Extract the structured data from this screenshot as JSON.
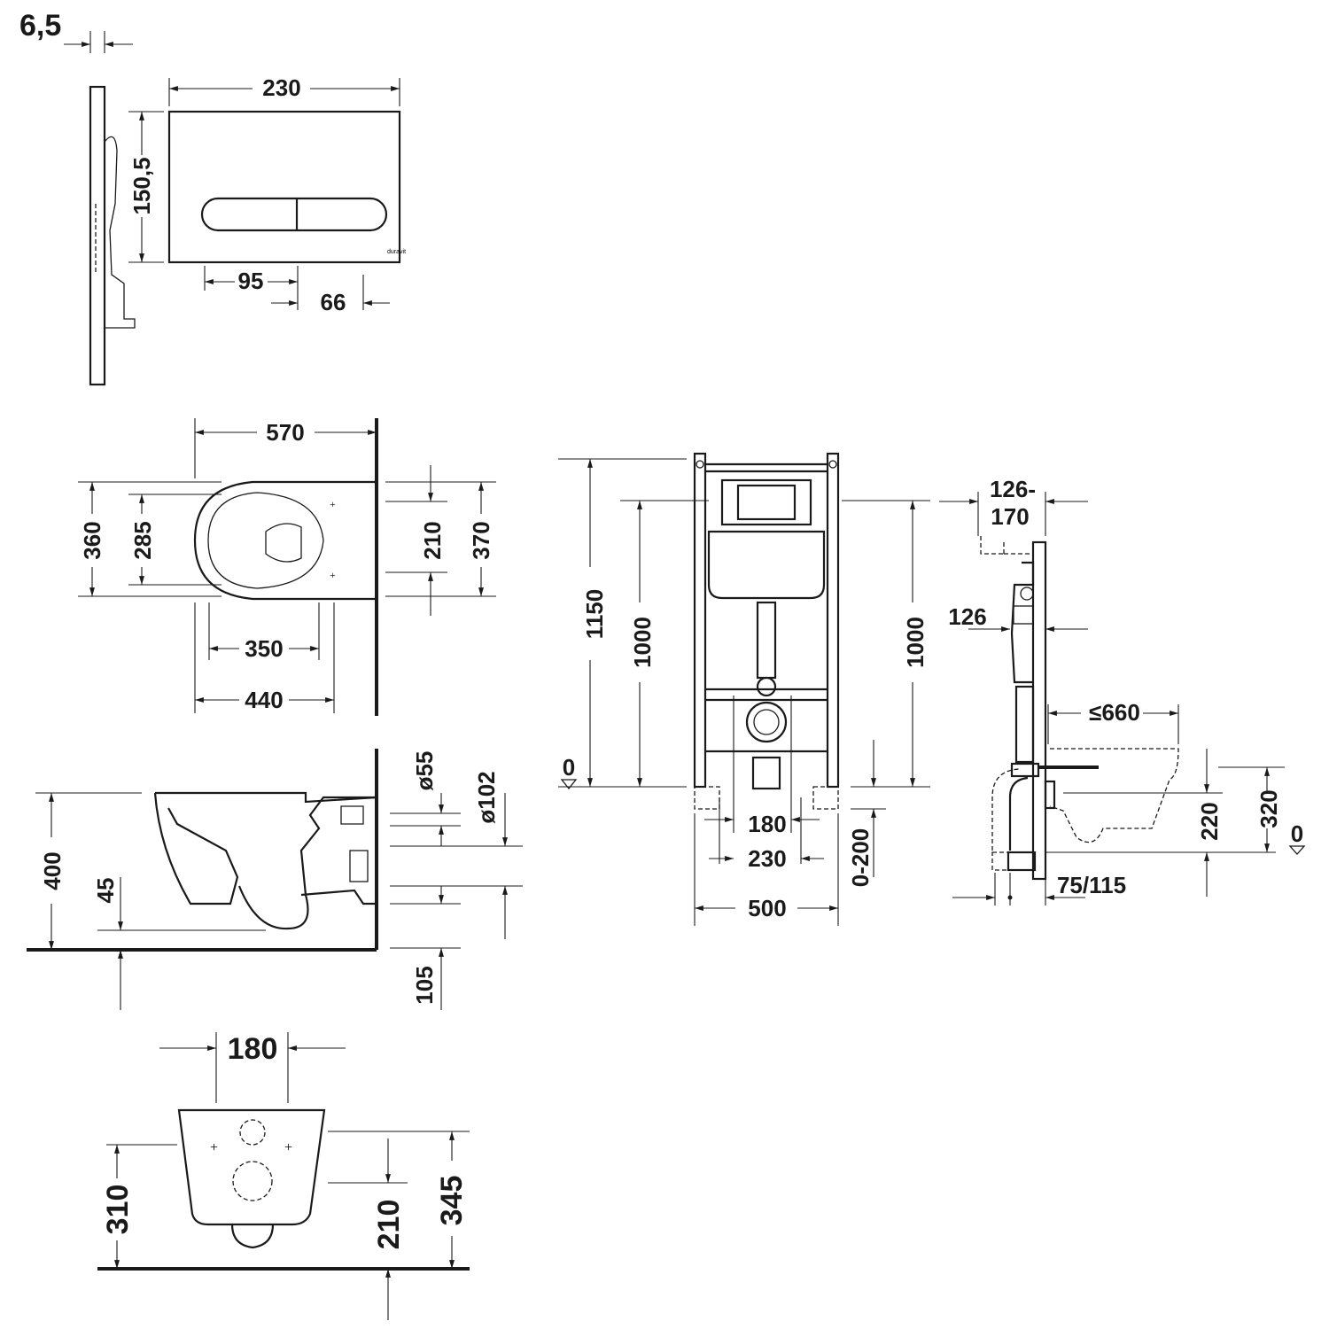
{
  "drawing": {
    "logo_text": "duravit",
    "flush_plate": {
      "thickness": "6,5",
      "width": "230",
      "height": "150,5",
      "button_width": "95",
      "button_offset": "66"
    },
    "toilet_top_view": {
      "length": "570",
      "width_outer": "360",
      "width_inner": "285",
      "fixing_spacing": "210",
      "overall_width": "370",
      "bowl_length": "350",
      "seat_length": "440"
    },
    "toilet_side_view": {
      "inlet_diameter": "ø55",
      "outlet_diameter": "ø102",
      "rim_height": "400",
      "bowl_depth": "45",
      "outlet_height": "105"
    },
    "toilet_rear_view": {
      "fixing_width": "180",
      "bolt_height": "310",
      "inlet_height": "210",
      "outlet_height": "345"
    },
    "frame_front_view": {
      "total_height": "1150",
      "cistern_height_left": "1000",
      "cistern_height_right": "1000",
      "floor_level": "0",
      "outlet_spacing": "180",
      "bolt_spacing": "230",
      "frame_width": "500",
      "foot_adjustment": "0-200"
    },
    "frame_side_view": {
      "depth_line1": "126-",
      "depth_line2": "170",
      "cistern_depth": "126",
      "max_projection": "≤660",
      "outlet_height": "220",
      "inlet_height": "320",
      "floor_level": "0",
      "pipe_offset": "75/115"
    }
  }
}
